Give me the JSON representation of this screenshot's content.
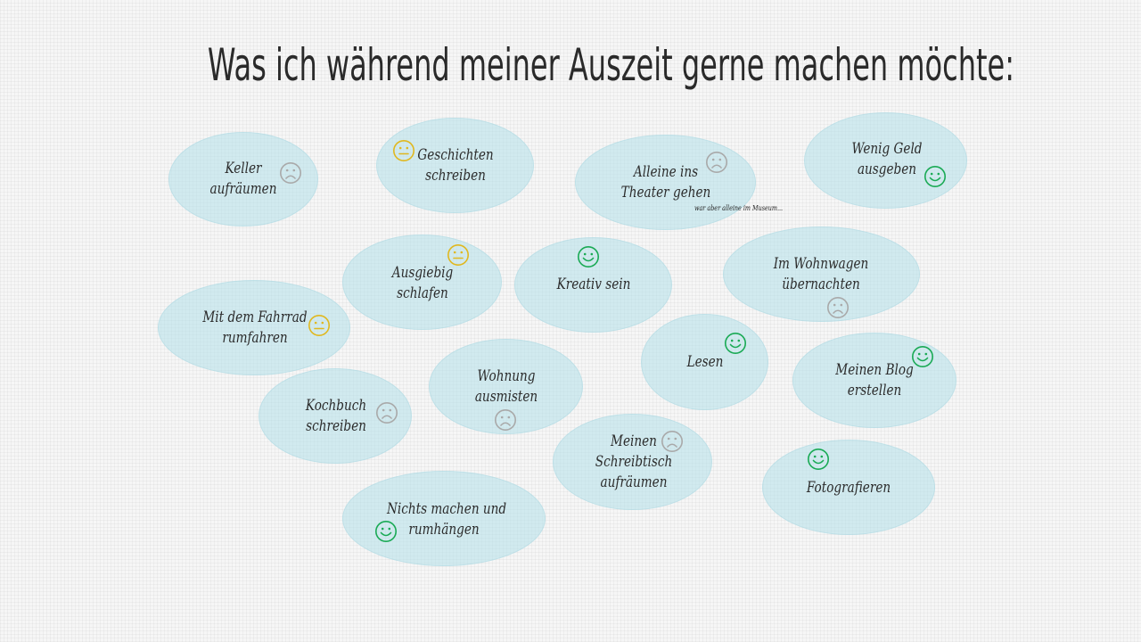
{
  "slide": {
    "title": "Was ich während meiner Auszeit gerne machen möchte:",
    "note": "war aber alleine im Museum...",
    "colors": {
      "bubble_fill": "#b2e0ea",
      "happy": "#1aaa55",
      "neutral": "#e0b820",
      "sad": "#a9a9a9",
      "title_text": "#2a2a2a"
    },
    "activities": [
      {
        "label": "Keller\naufräumen",
        "mood": "sad"
      },
      {
        "label": "Geschichten\nschreiben",
        "mood": "neutral"
      },
      {
        "label": "Alleine ins\nTheater gehen",
        "mood": "sad"
      },
      {
        "label": "Wenig Geld\nausgeben",
        "mood": "happy"
      },
      {
        "label": "Ausgiebig\nschlafen",
        "mood": "neutral"
      },
      {
        "label": "Kreativ sein",
        "mood": "happy"
      },
      {
        "label": "Im Wohnwagen\nübernachten",
        "mood": "sad"
      },
      {
        "label": "Mit dem Fahrrad\nrumfahren",
        "mood": "neutral"
      },
      {
        "label": "Lesen",
        "mood": "happy"
      },
      {
        "label": "Meinen Blog\nerstellen",
        "mood": "happy"
      },
      {
        "label": "Wohnung\nausmisten",
        "mood": "sad"
      },
      {
        "label": "Kochbuch\nschreiben",
        "mood": "sad"
      },
      {
        "label": "Meinen\nSchreibtisch\naufräumen",
        "mood": "sad"
      },
      {
        "label": "Fotografieren",
        "mood": "happy"
      },
      {
        "label": "Nichts machen und\nrumhängen",
        "mood": "happy"
      }
    ]
  }
}
